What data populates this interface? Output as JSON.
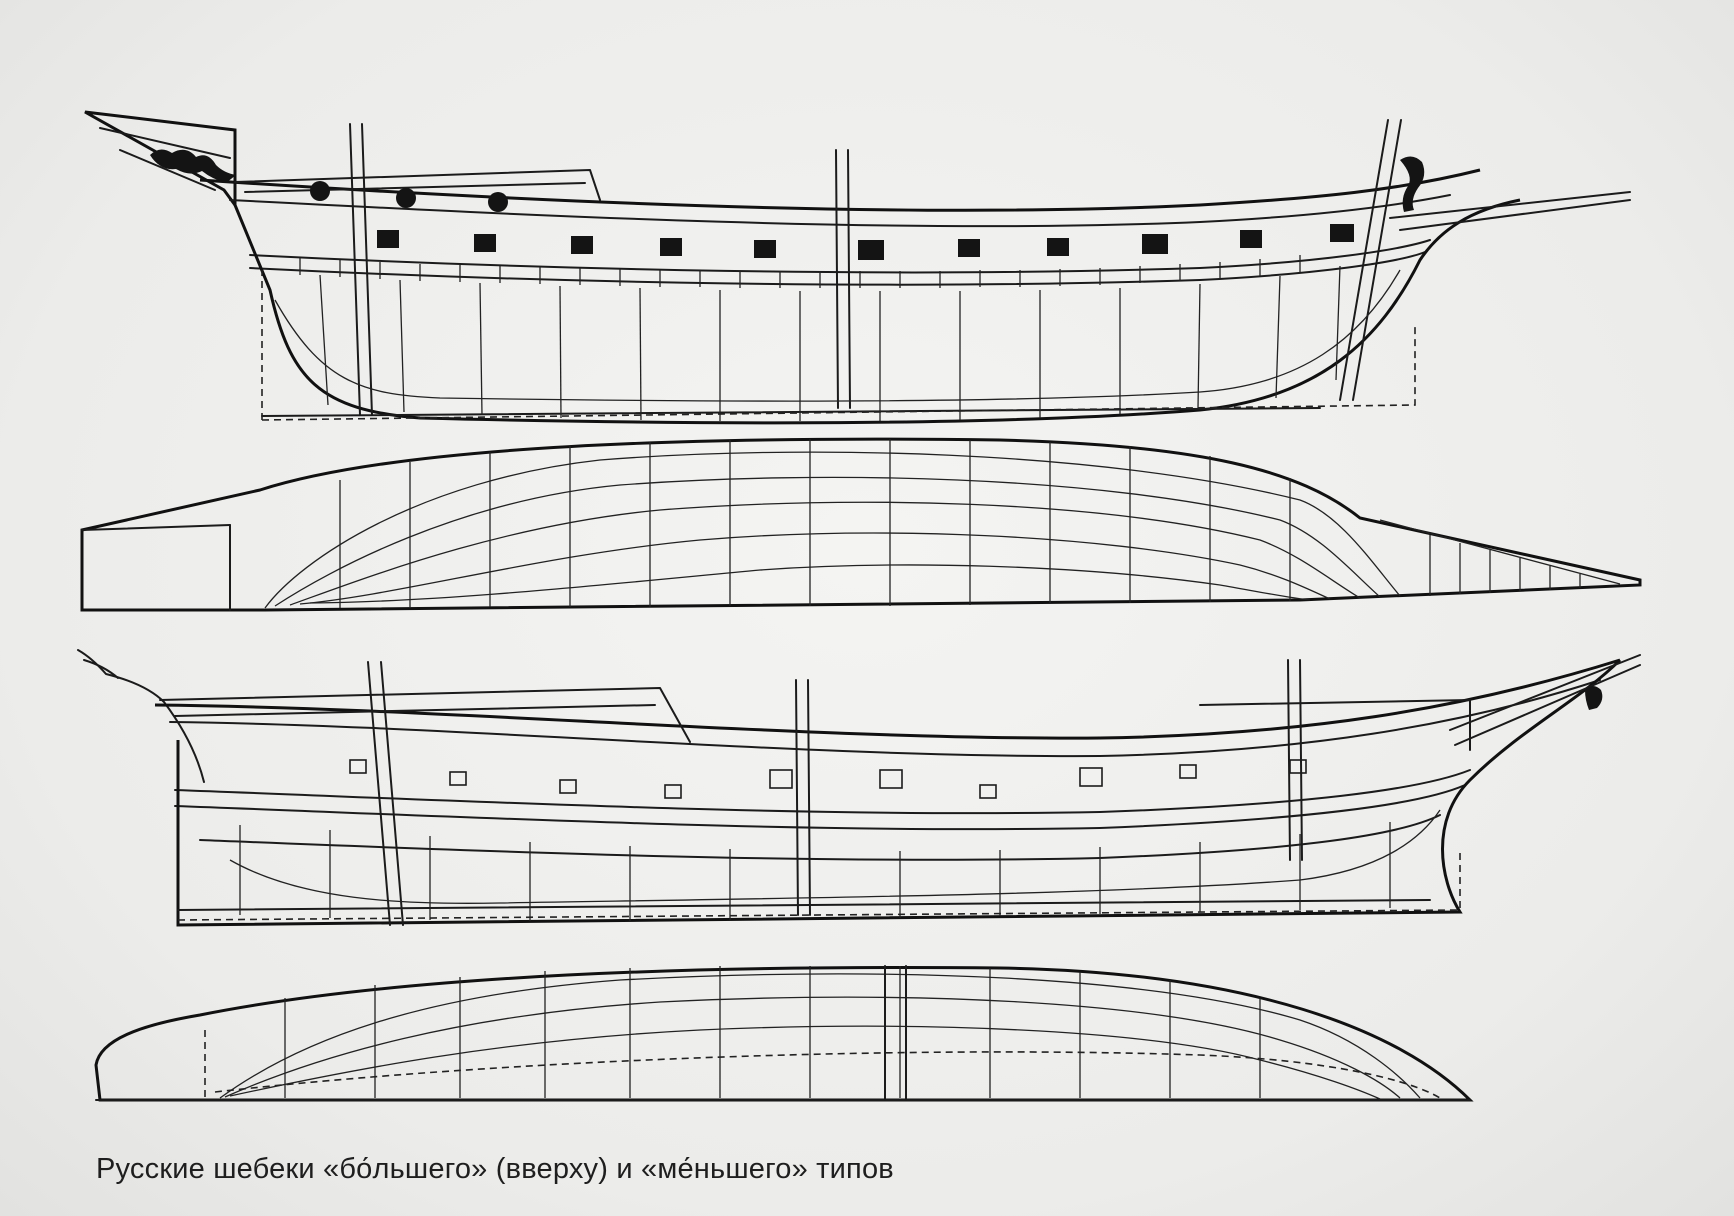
{
  "caption": "Русские шебеки «бо́льшего» (вверху) и «ме́ньшего» типов",
  "figures": [
    {
      "id": "large-type",
      "views": [
        "profile",
        "body-plan"
      ]
    },
    {
      "id": "small-type",
      "views": [
        "profile",
        "body-plan"
      ]
    }
  ],
  "colors": {
    "ink": "#1b1b1b",
    "paper": "#f1f1ef"
  }
}
